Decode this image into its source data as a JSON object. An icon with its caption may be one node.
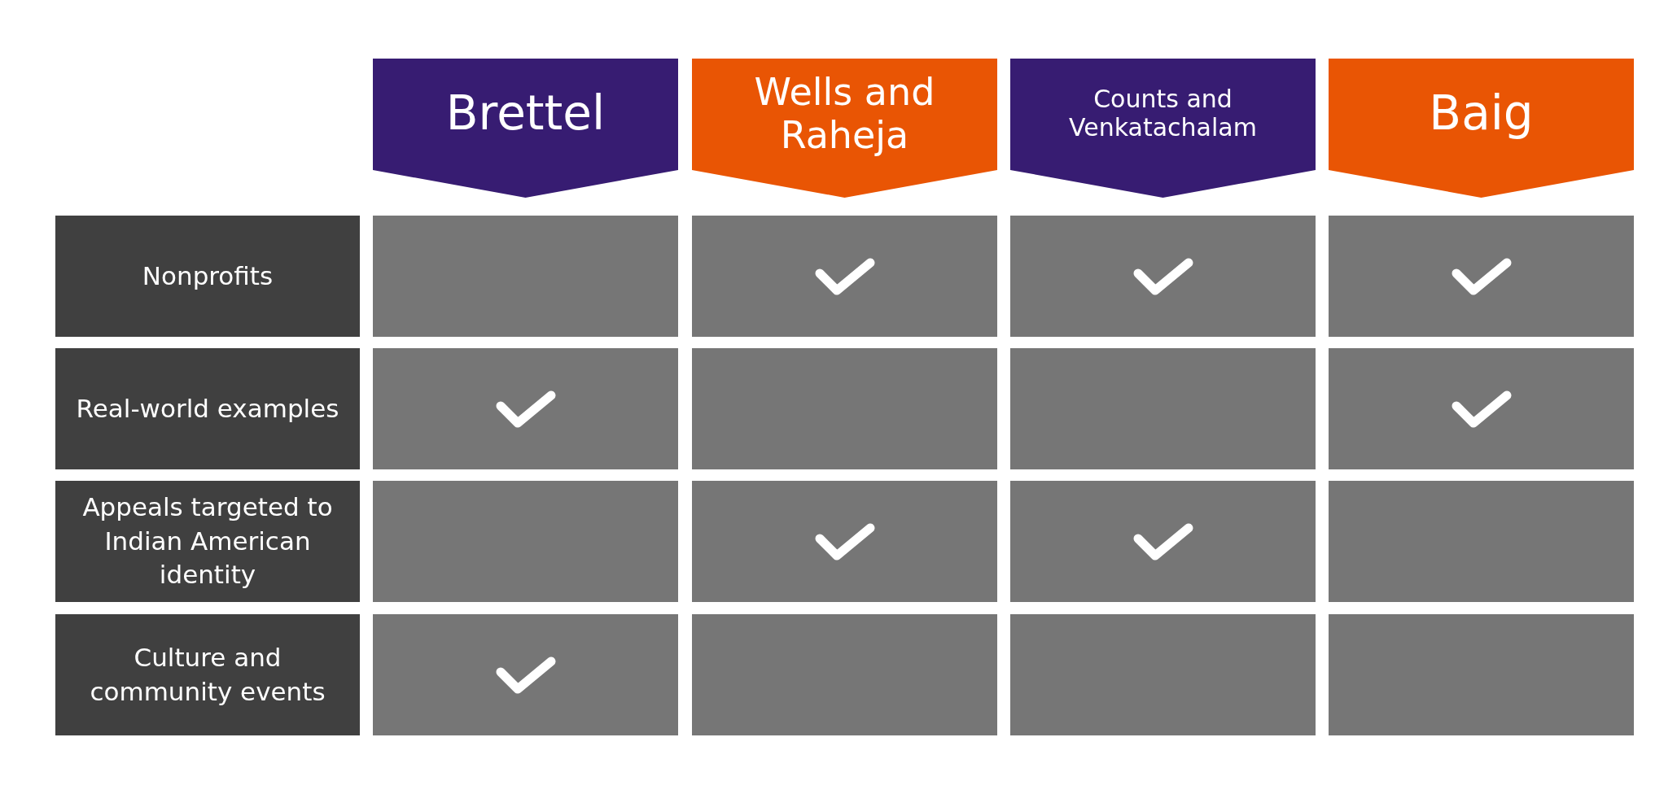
{
  "diagram": {
    "nodes": [
      {
        "text": [
          "Brettel"
        ]
      },
      {
        "text": [
          "Wells and Raheja"
        ]
      },
      {
        "text": [
          "Counts and Venkatachalam"
        ]
      },
      {
        "text": [
          "Baig"
        ]
      },
      {
        "text": [
          "Nonprofits"
        ]
      },
      {
        "text": [],
        "shape": "box"
      },
      {
        "text": [],
        "shape": "check"
      },
      {
        "text": [],
        "shape": "check"
      },
      {
        "text": [],
        "shape": "check"
      },
      {
        "text": [
          "Real-world examples"
        ]
      },
      {
        "text": [],
        "shape": "check"
      },
      {
        "text": [],
        "shape": "box"
      },
      {
        "text": [],
        "shape": "box"
      },
      {
        "text": [],
        "shape": "check"
      },
      {
        "text": [
          "Appeals targeted to Indian American identity"
        ]
      },
      {
        "text": [],
        "shape": "box"
      },
      {
        "text": [],
        "shape": "check"
      },
      {
        "text": [],
        "shape": "check"
      },
      {
        "text": [],
        "shape": "box"
      },
      {
        "text": [
          "Culture and community events"
        ]
      },
      {
        "text": [],
        "shape": "check"
      },
      {
        "text": [],
        "shape": "box"
      },
      {
        "text": [],
        "shape": "box"
      },
      {
        "text": [],
        "shape": "box"
      }
    ]
  }
}
